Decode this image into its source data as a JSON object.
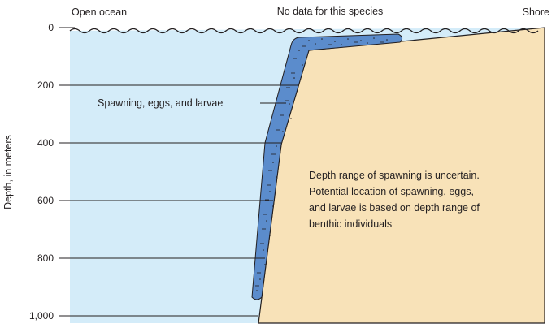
{
  "header": {
    "left_label": "Open ocean",
    "center_label": "No data for this species",
    "right_label": "Shore"
  },
  "axis": {
    "ylabel": "Depth, in meters",
    "ticks": [
      "0",
      "200",
      "400",
      "600",
      "800",
      "1,000"
    ]
  },
  "callout": {
    "label": "Spawning, eggs, and larvae"
  },
  "note": {
    "lines": [
      "Depth range of spawning is uncertain.",
      "Potential location of spawning, eggs,",
      "and larvae is based on depth range of",
      "benthic individuals"
    ]
  },
  "colors": {
    "water": "#d4ecf9",
    "seafloor": "#f8e2b8",
    "spawning_band": "#5b8ccc",
    "outline": "#231f20"
  }
}
